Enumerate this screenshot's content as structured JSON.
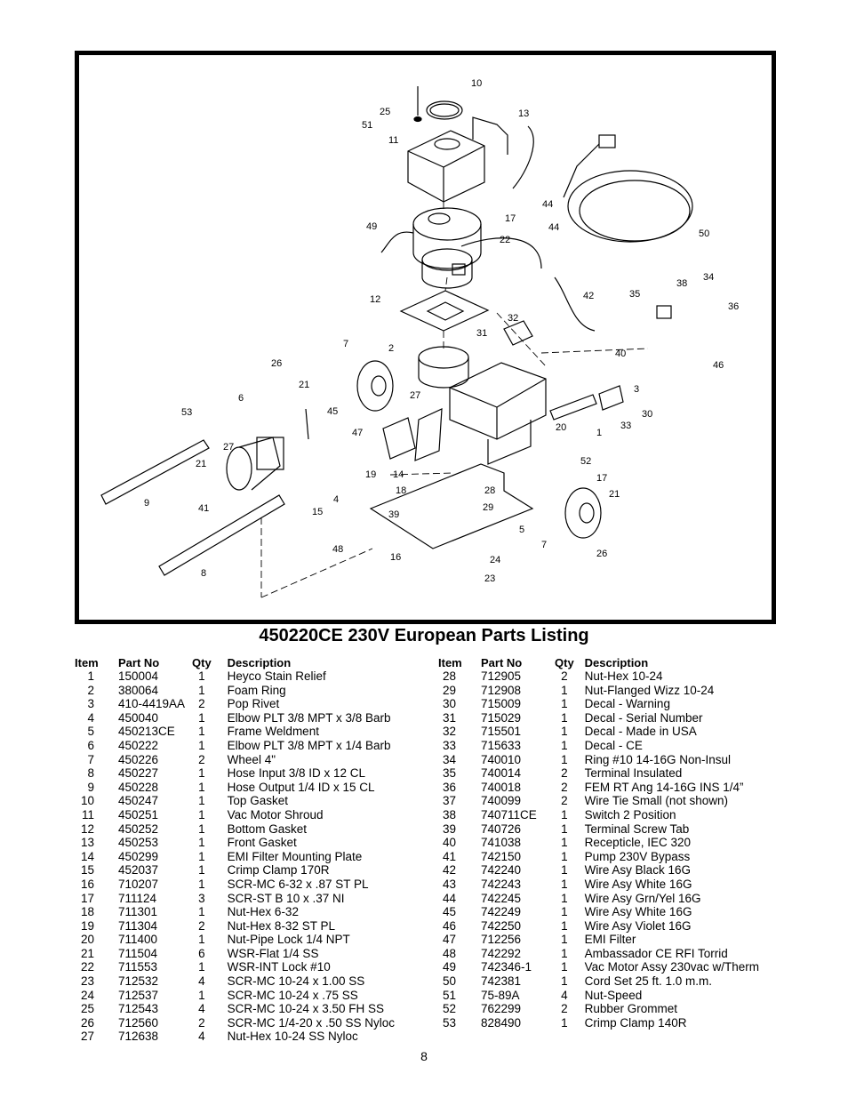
{
  "title": "450220CE 230V European Parts Listing",
  "page_number": "8",
  "diagram": {
    "callouts": [
      "10",
      "25",
      "51",
      "11",
      "13",
      "44",
      "44",
      "49",
      "17",
      "22",
      "50",
      "12",
      "42",
      "38",
      "34",
      "35",
      "36",
      "32",
      "31",
      "7",
      "2",
      "26",
      "40",
      "46",
      "21",
      "3",
      "27",
      "6",
      "53",
      "45",
      "30",
      "33",
      "47",
      "20",
      "1",
      "52",
      "27",
      "21",
      "19",
      "14",
      "4",
      "17",
      "18",
      "28",
      "9",
      "15",
      "41",
      "39",
      "29",
      "21",
      "5",
      "7",
      "26",
      "48",
      "8",
      "16",
      "24",
      "23"
    ]
  },
  "table_headers": {
    "item": "Item",
    "part_no": "Part No",
    "qty": "Qty",
    "description": "Description"
  },
  "left_rows": [
    {
      "item": "1",
      "part": "150004",
      "qty": "1",
      "desc": "Heyco Stain Relief"
    },
    {
      "item": "2",
      "part": "380064",
      "qty": "1",
      "desc": "Foam Ring"
    },
    {
      "item": "3",
      "part": "410-4419AA",
      "qty": "2",
      "desc": "Pop Rivet"
    },
    {
      "item": "4",
      "part": "450040",
      "qty": "1",
      "desc": "Elbow PLT 3/8 MPT x 3/8 Barb"
    },
    {
      "item": "5",
      "part": "450213CE",
      "qty": "1",
      "desc": "Frame Weldment"
    },
    {
      "item": "6",
      "part": "450222",
      "qty": "1",
      "desc": "Elbow PLT 3/8 MPT x 1/4 Barb"
    },
    {
      "item": "7",
      "part": "450226",
      "qty": "2",
      "desc": "Wheel 4\""
    },
    {
      "item": "8",
      "part": "450227",
      "qty": "1",
      "desc": "Hose Input 3/8 ID x 12 CL"
    },
    {
      "item": "9",
      "part": "450228",
      "qty": "1",
      "desc": "Hose Output 1/4 ID x 15 CL"
    },
    {
      "item": "10",
      "part": "450247",
      "qty": "1",
      "desc": "Top Gasket"
    },
    {
      "item": "11",
      "part": "450251",
      "qty": "1",
      "desc": "Vac Motor Shroud"
    },
    {
      "item": "12",
      "part": "450252",
      "qty": "1",
      "desc": "Bottom Gasket"
    },
    {
      "item": "13",
      "part": "450253",
      "qty": "1",
      "desc": "Front Gasket"
    },
    {
      "item": "14",
      "part": "450299",
      "qty": "1",
      "desc": "EMI Filter Mounting Plate"
    },
    {
      "item": "15",
      "part": "452037",
      "qty": "1",
      "desc": "Crimp Clamp 170R"
    },
    {
      "item": "16",
      "part": "710207",
      "qty": "1",
      "desc": "SCR-MC 6-32 x .87 ST PL"
    },
    {
      "item": "17",
      "part": "711124",
      "qty": "3",
      "desc": "SCR-ST B 10 x .37 NI"
    },
    {
      "item": "18",
      "part": "711301",
      "qty": "1",
      "desc": "Nut-Hex 6-32"
    },
    {
      "item": "19",
      "part": "711304",
      "qty": "2",
      "desc": "Nut-Hex 8-32 ST PL"
    },
    {
      "item": "20",
      "part": "711400",
      "qty": "1",
      "desc": "Nut-Pipe Lock 1/4 NPT"
    },
    {
      "item": "21",
      "part": "711504",
      "qty": "6",
      "desc": "WSR-Flat 1/4 SS"
    },
    {
      "item": "22",
      "part": "711553",
      "qty": "1",
      "desc": "WSR-INT Lock #10"
    },
    {
      "item": "23",
      "part": "712532",
      "qty": "4",
      "desc": "SCR-MC 10-24 x 1.00 SS"
    },
    {
      "item": "24",
      "part": "712537",
      "qty": "1",
      "desc": "SCR-MC 10-24 x .75 SS"
    },
    {
      "item": "25",
      "part": "712543",
      "qty": "4",
      "desc": "SCR-MC 10-24 x 3.50 FH SS"
    },
    {
      "item": "26",
      "part": "712560",
      "qty": "2",
      "desc": "SCR-MC 1/4-20 x .50 SS Nyloc"
    },
    {
      "item": "27",
      "part": "712638",
      "qty": "4",
      "desc": "Nut-Hex 10-24 SS Nyloc"
    }
  ],
  "right_rows": [
    {
      "item": "28",
      "part": "712905",
      "qty": "2",
      "desc": "Nut-Hex 10-24"
    },
    {
      "item": "29",
      "part": "712908",
      "qty": "1",
      "desc": "Nut-Flanged Wizz 10-24"
    },
    {
      "item": "30",
      "part": "715009",
      "qty": "1",
      "desc": "Decal - Warning"
    },
    {
      "item": "31",
      "part": "715029",
      "qty": "1",
      "desc": "Decal - Serial Number"
    },
    {
      "item": "32",
      "part": "715501",
      "qty": "1",
      "desc": "Decal - Made in USA"
    },
    {
      "item": "33",
      "part": "715633",
      "qty": "1",
      "desc": "Decal - CE"
    },
    {
      "item": "34",
      "part": "740010",
      "qty": "1",
      "desc": "Ring #10 14-16G Non-Insul"
    },
    {
      "item": "35",
      "part": "740014",
      "qty": "2",
      "desc": "Terminal Insulated"
    },
    {
      "item": "36",
      "part": "740018",
      "qty": "2",
      "desc": "FEM RT Ang 14-16G INS 1/4”"
    },
    {
      "item": "37",
      "part": "740099",
      "qty": "2",
      "desc": "Wire Tie Small (not shown)"
    },
    {
      "item": "38",
      "part": "740711CE",
      "qty": "1",
      "desc": "Switch 2 Position"
    },
    {
      "item": "39",
      "part": "740726",
      "qty": "1",
      "desc": "Terminal Screw Tab"
    },
    {
      "item": "40",
      "part": "741038",
      "qty": "1",
      "desc": "Recepticle, IEC 320"
    },
    {
      "item": "41",
      "part": "742150",
      "qty": "1",
      "desc": "Pump 230V Bypass"
    },
    {
      "item": "42",
      "part": "742240",
      "qty": "1",
      "desc": "Wire Asy Black 16G"
    },
    {
      "item": "43",
      "part": "742243",
      "qty": "1",
      "desc": "Wire Asy White 16G"
    },
    {
      "item": "44",
      "part": "742245",
      "qty": "1",
      "desc": "Wire Asy Grn/Yel 16G"
    },
    {
      "item": "45",
      "part": "742249",
      "qty": "1",
      "desc": "Wire Asy White 16G"
    },
    {
      "item": "46",
      "part": "742250",
      "qty": "1",
      "desc": "Wire Asy Violet 16G"
    },
    {
      "item": "47",
      "part": "712256",
      "qty": "1",
      "desc": "EMI Filter"
    },
    {
      "item": "48",
      "part": "742292",
      "qty": "1",
      "desc": "Ambassador CE RFI Torrid"
    },
    {
      "item": "49",
      "part": "742346-1",
      "qty": "1",
      "desc": "Vac Motor Assy 230vac w/Therm"
    },
    {
      "item": "50",
      "part": "742381",
      "qty": "1",
      "desc": "Cord Set 25 ft. 1.0 m.m."
    },
    {
      "item": "51",
      "part": "75-89A",
      "qty": "4",
      "desc": "Nut-Speed"
    },
    {
      "item": "52",
      "part": "762299",
      "qty": "2",
      "desc": "Rubber Grommet"
    },
    {
      "item": "53",
      "part": "828490",
      "qty": "1",
      "desc": "Crimp Clamp 140R"
    }
  ]
}
